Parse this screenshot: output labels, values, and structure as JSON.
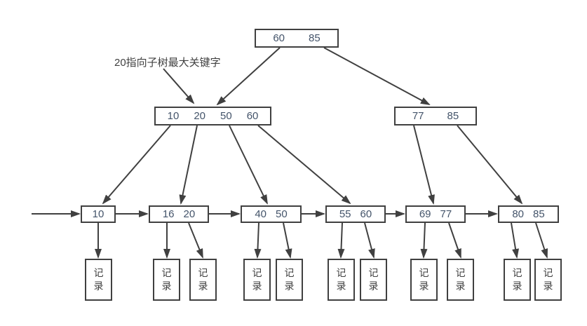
{
  "diagram": {
    "annotation": "20指向子树最大关键字",
    "colors": {
      "line": "#404040",
      "box_border": "#404040",
      "key_text": "#44546A",
      "label_text": "#404040",
      "background": "#ffffff"
    },
    "root": {
      "keys": [
        "60",
        "85"
      ]
    },
    "internal": [
      {
        "keys": [
          "10",
          "20",
          "50",
          "60"
        ]
      },
      {
        "keys": [
          "77",
          "85"
        ]
      }
    ],
    "leaves": [
      {
        "keys": [
          "10"
        ]
      },
      {
        "keys": [
          "16",
          "20"
        ]
      },
      {
        "keys": [
          "40",
          "50"
        ]
      },
      {
        "keys": [
          "55",
          "60"
        ]
      },
      {
        "keys": [
          "69",
          "77"
        ]
      },
      {
        "keys": [
          "80",
          "85"
        ]
      }
    ],
    "records": [
      "记录",
      "记录",
      "记录",
      "记录",
      "记录",
      "记录",
      "记录",
      "记录",
      "记录",
      "记录",
      "记录"
    ]
  }
}
